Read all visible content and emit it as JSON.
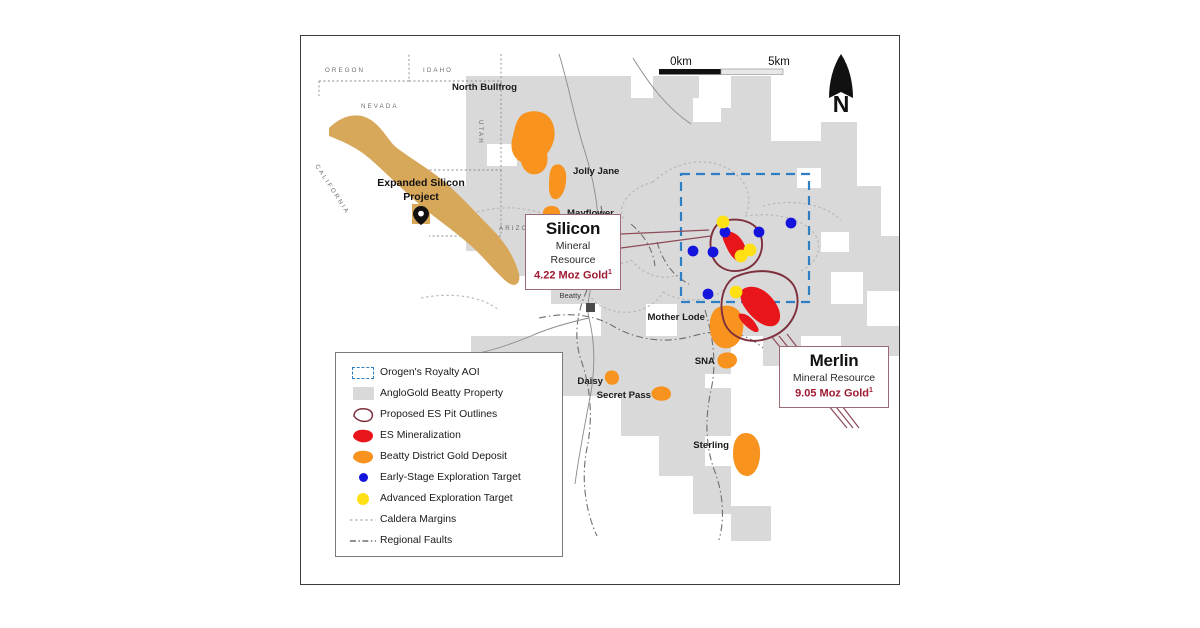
{
  "inset": {
    "title": "Expanded Silicon Project",
    "states": [
      "OREGON",
      "IDAHO",
      "NEVADA",
      "UTAH",
      "CALIFORNIA",
      "ARIZONA"
    ],
    "pin_icon": "location-pin-icon",
    "trend_color": "#d8a85a"
  },
  "scale": {
    "start_label": "0km",
    "end_label": "5km"
  },
  "north_arrow": {
    "label": "N"
  },
  "town": {
    "name": "Beatty"
  },
  "deposits": [
    {
      "name": "North Bullfrog"
    },
    {
      "name": "Jolly Jane"
    },
    {
      "name": "Mayflower"
    },
    {
      "name": "Mother Lode"
    },
    {
      "name": "SNA"
    },
    {
      "name": "Secret Pass"
    },
    {
      "name": "Daisy"
    },
    {
      "name": "Sterling"
    }
  ],
  "callouts": [
    {
      "name": "Silicon",
      "subtitle": "Mineral Resource",
      "value": "4.22 Moz Gold",
      "footnote": "1"
    },
    {
      "name": "Merlin",
      "subtitle": "Mineral Resource",
      "value": "9.05 Moz Gold",
      "footnote": "1"
    }
  ],
  "legend": {
    "items": [
      {
        "label": "Orogen's Royalty AOI",
        "symbol": "aoi-dashed-box",
        "color": "#2e7fc4"
      },
      {
        "label": "AngloGold Beatty Property",
        "symbol": "gray-filled-square",
        "color": "#d9d9d9"
      },
      {
        "label": "Proposed ES Pit Outlines",
        "symbol": "pit-outline-blob",
        "color": "#7d2f3c"
      },
      {
        "label": "ES Mineralization",
        "symbol": "red-filled-blob",
        "color": "#e8161a"
      },
      {
        "label": "Beatty District Gold Deposit",
        "symbol": "orange-filled-blob",
        "color": "#f7931e"
      },
      {
        "label": "Early-Stage Exploration Target",
        "symbol": "blue-circle",
        "color": "#1414dc"
      },
      {
        "label": "Advanced Exploration Target",
        "symbol": "yellow-circle",
        "color": "#ffe014"
      },
      {
        "label": "Caldera Margins",
        "symbol": "light-dotted-line",
        "color": "#bdbdbd"
      },
      {
        "label": "Regional Faults",
        "symbol": "dash-dot-line",
        "color": "#6e6e6e"
      }
    ]
  },
  "colors": {
    "property_gray": "#d9d9d9",
    "mineralization_red": "#e8161a",
    "deposit_orange": "#f7931e",
    "aoi_blue": "#2e7fc4",
    "pit_outline": "#7d2f3c",
    "early_target": "#1414dc",
    "advanced_target": "#ffe014",
    "callout_value": "#9e1b32"
  }
}
